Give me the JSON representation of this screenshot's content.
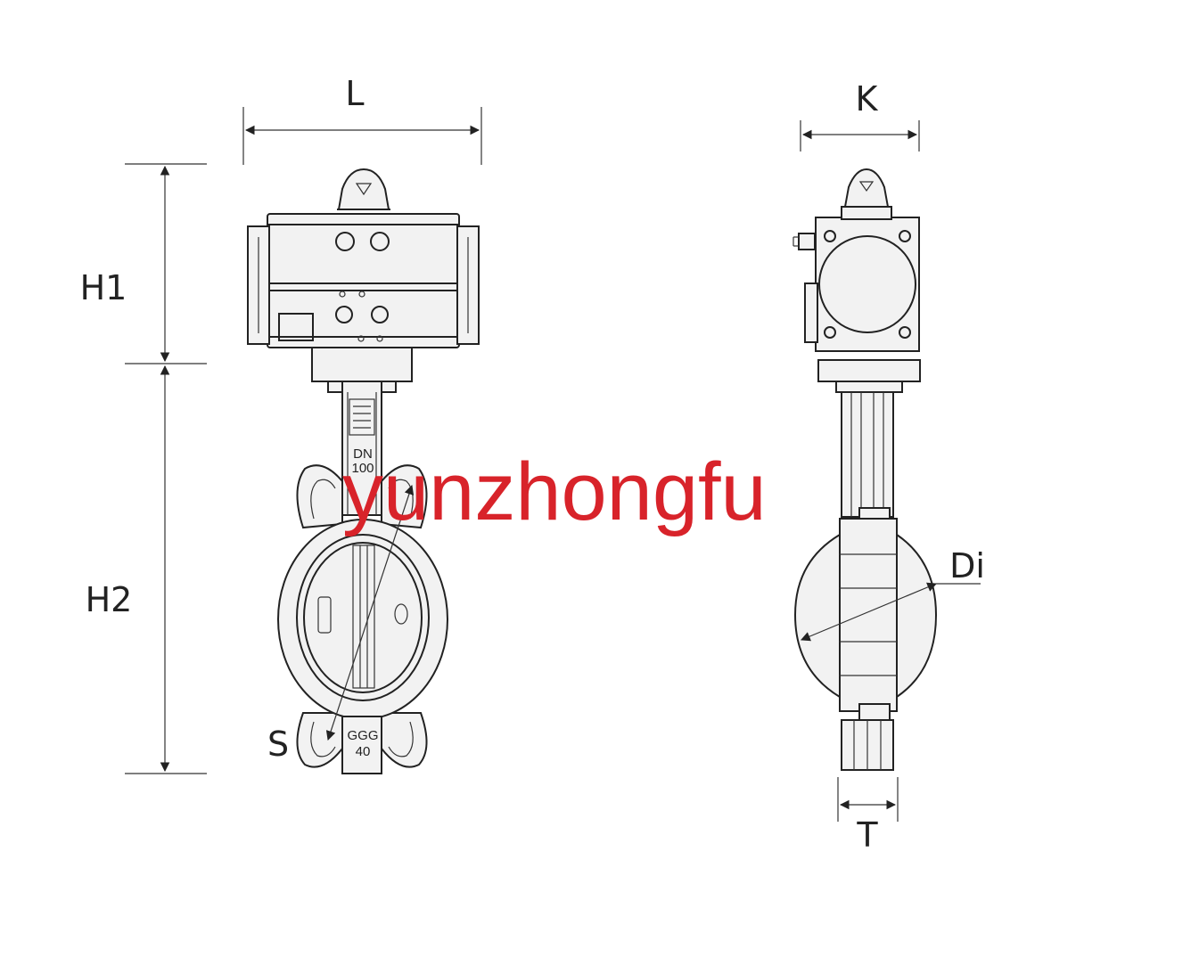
{
  "front_view": {
    "dim_L": "L",
    "dim_H1": "H1",
    "dim_H2": "H2",
    "dim_S": "S",
    "neck_marking_1": "DN",
    "neck_marking_2": "100",
    "lower_marking_1": "GGG",
    "lower_marking_2": "40"
  },
  "side_view": {
    "dim_K": "K",
    "dim_Di": "Di",
    "dim_T": "T"
  },
  "watermark": {
    "text": "yunzhongfu",
    "color": "#d8232a"
  },
  "colors": {
    "line": "#222222",
    "background": "#ffffff"
  }
}
